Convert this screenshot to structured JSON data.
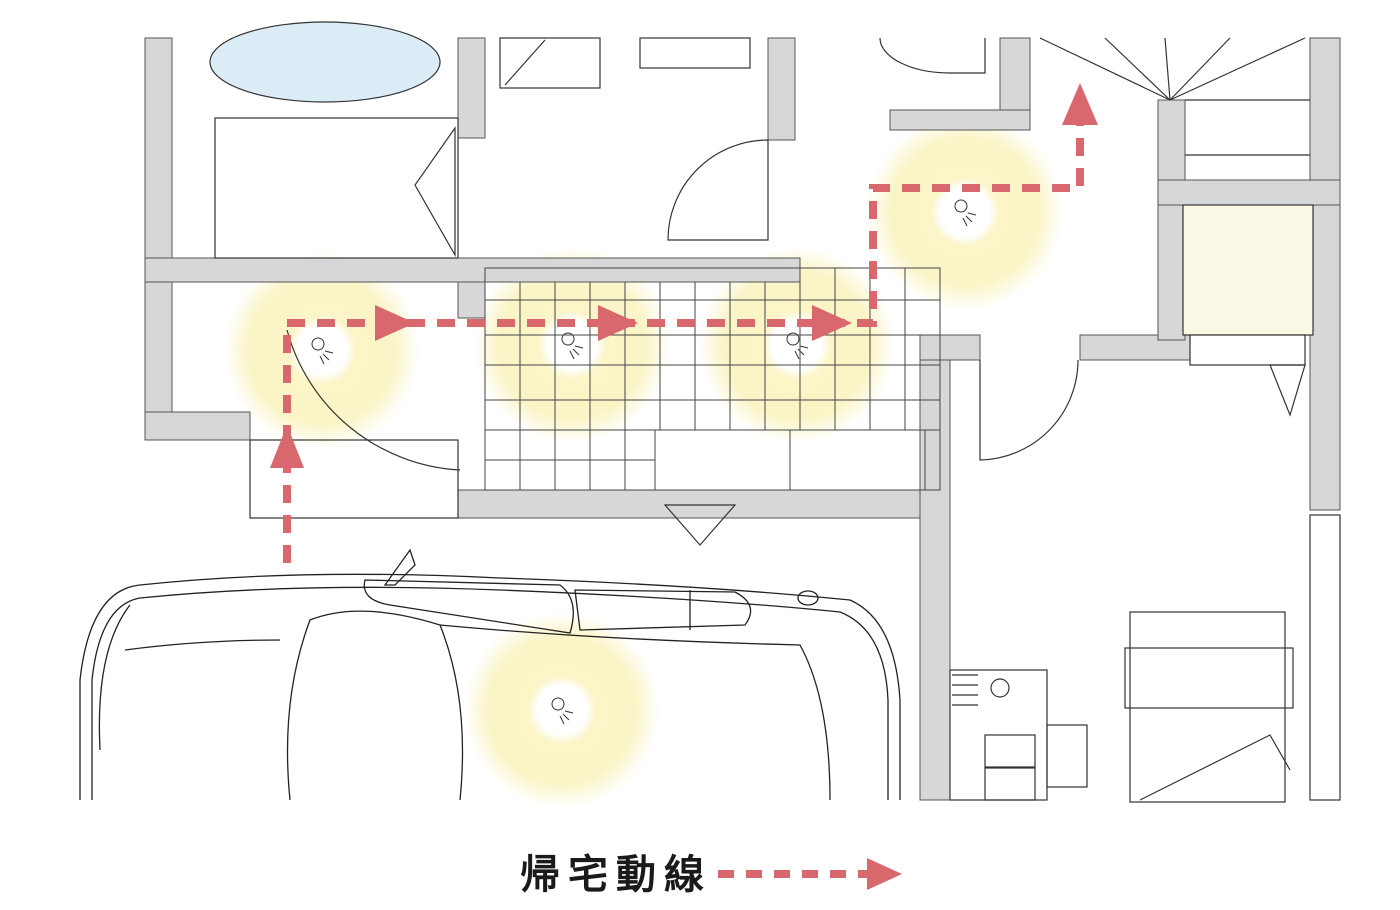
{
  "legend": {
    "label": "帰宅動線"
  },
  "colors": {
    "route": "#d9676e",
    "wall": "#d7d7d7",
    "light": "#f9f2b8",
    "line": "#333333",
    "storage": "#fbf8e6"
  },
  "lights": [
    "entrance-porch-light",
    "entry-hall-light",
    "hall-light",
    "corridor-light",
    "carport-light"
  ]
}
